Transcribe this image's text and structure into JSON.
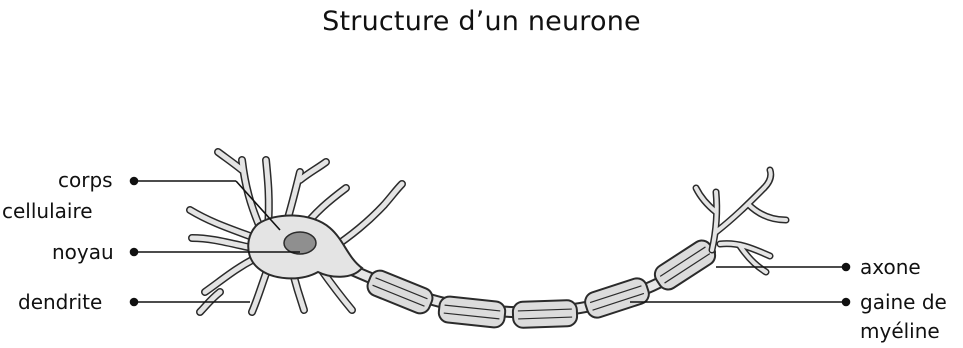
{
  "title": "Structure d’un neurone",
  "labels": {
    "corps_line1": "corps",
    "corps_line2": "cellulaire",
    "noyau": "noyau",
    "dendrite": "dendrite",
    "axone": "axone",
    "gaine_line1": "gaine de",
    "gaine_line2": "myéline"
  },
  "colors": {
    "cell_fill": "#e4e4e4",
    "nucleus_fill": "#8f8f8f",
    "myelin_fill": "#dcdcdc",
    "stroke": "#2b2b2b"
  }
}
